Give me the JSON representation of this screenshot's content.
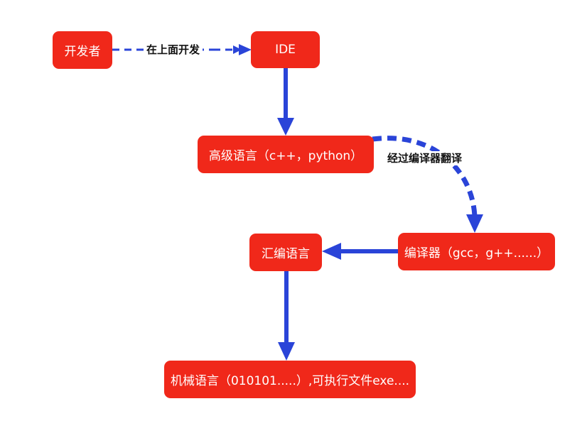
{
  "nodes": {
    "developer": "开发者",
    "ide": "IDE",
    "high_level": "高级语言（c++，python）",
    "compiler": "编译器（gcc，g++......）",
    "assembly": "汇编语言",
    "machine": "机械语言（010101.....）,可执行文件exe...."
  },
  "edges": {
    "developer_to_ide": "在上面开发",
    "high_level_to_compiler": "经过编译器翻译"
  },
  "colors": {
    "node_fill": "#f0281a",
    "node_text": "#ffffff",
    "arrow": "#2a44d8"
  }
}
